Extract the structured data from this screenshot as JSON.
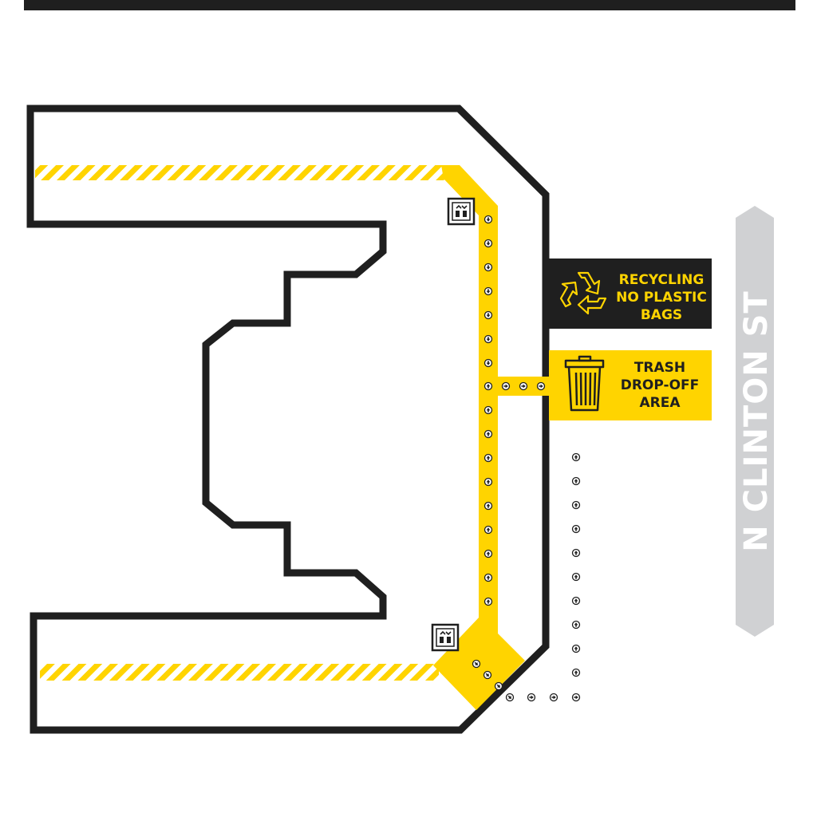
{
  "signs": {
    "recycling": {
      "lines": [
        "RECYCLING",
        "NO PLASTIC",
        "BAGS"
      ],
      "icon": "recycle-icon"
    },
    "trash": {
      "lines": [
        "TRASH",
        "DROP-OFF",
        "AREA"
      ],
      "icon": "trash-can-icon"
    }
  },
  "street": {
    "name": "N CLINTON ST"
  },
  "icons": {
    "elevator": "elevator-icon",
    "route_arrow": "arrow-icon"
  },
  "colors": {
    "accent_yellow": "#ffd400",
    "outline": "#1f1f1f",
    "street_gray": "#d0d1d3",
    "background": "#ffffff"
  }
}
